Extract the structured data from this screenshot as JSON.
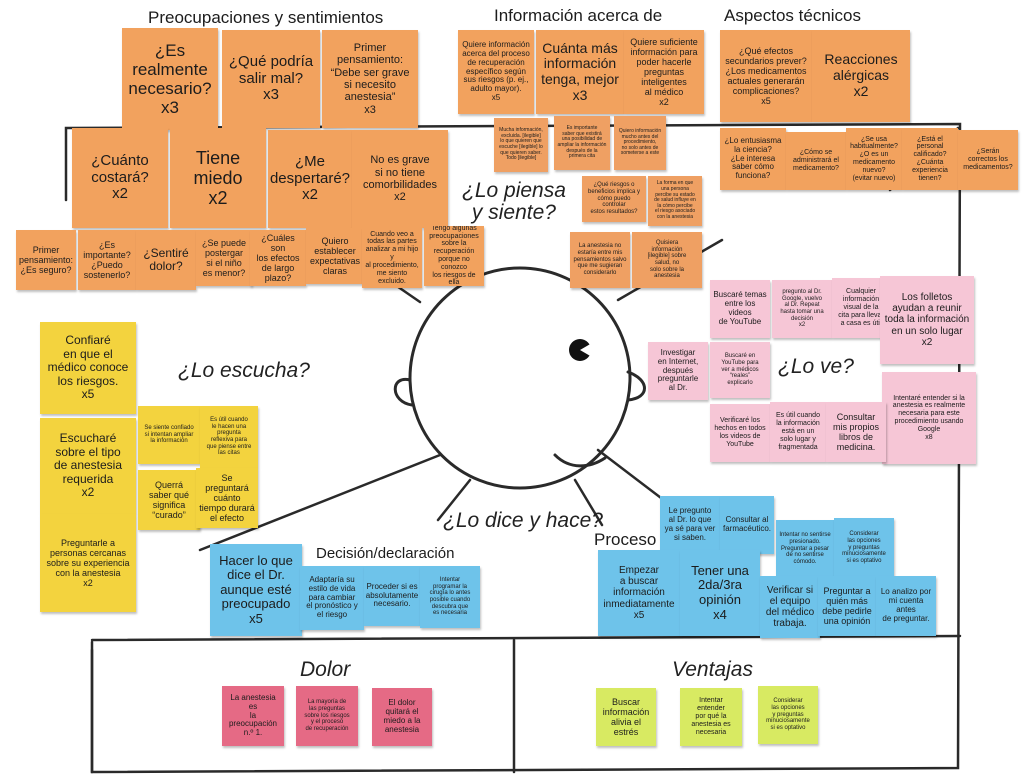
{
  "headers": {
    "worries": "Preocupaciones y sentimientos",
    "info": "Información acerca de",
    "technical": "Aspectos técnicos"
  },
  "quadrants": {
    "thinks": "¿Lo piensa\ny siente?",
    "hears": "¿Lo escucha?",
    "sees": "¿Lo ve?",
    "says": "¿Lo dice y hace?"
  },
  "sections": {
    "decision": "Decisión/declaración",
    "process": "Proceso",
    "pain": "Dolor",
    "gains": "Ventajas"
  },
  "notes": {
    "worries": [
      "¿Es\nrealmente\nnecesario?\nx3",
      "¿Qué podría\nsalir mal?\nx3",
      "Primer\npensamiento:\n“Debe ser grave\nsi necesito\nanestesia”\nx3",
      "¿Cuánto\ncostará?\nx2",
      "Tiene\nmiedo\nx2",
      "¿Me\ndespertaré?\nx2",
      "No es grave\nsi no tiene\ncomorbilidades\nx2",
      "Primer\npensamiento:\n¿Es seguro?",
      "¿Es\nimportante?\n¿Puedo\nsostenerlo?",
      "¿Sentiré\ndolor?",
      "¿Se puede\npostergar\nsi el niño\nes menor?",
      "¿Cuáles son\nlos efectos\nde largo\nplazo?",
      "Quiero\nestablecer\nexpectativas\nclaras",
      "Cuando veo a\ntodas las partes\nanalizar a mi hijo y\nal procedimiento,\nme siento excluido.",
      "Tengo algunas\npreocupaciones\nsobre la\nrecuperación\nporque no conozco\nlos riesgos de ella"
    ],
    "info": [
      "Quiere información\nacerca del proceso\nde recuperación\nespecífico según\nsus riesgos (p. ej.,\nadulto mayor).\nx5",
      "Cuánta más\ninformación\ntenga, mejor\nx3",
      "Quiere suficiente\ninformación para\npoder hacerle\npreguntas\ninteligentes\nal médico\nx2",
      "Mucha información,\nexcluida. [ilegible]\nlo que quieren que\nescuche [ilegible] lo\nque quieren saber.\nTodo [ilegible]",
      "Es importante\nsaber que existirá\nuna posibilidad de\nampliar la información\ndespués de la\nprimera cita",
      "Quiero información\nmucho antes del\nprocedimiento,\nno solo antes de\nsometerse a este",
      "¿Qué riesgos o\nbeneficios implica y\ncómo puedo controlar\nestos resultados?",
      "La forma en que\nuna persona\npercibe su estado\nde salud influye en\nla cómo percibe\nel riesgo asociado\ncon la anestesia",
      "La anestesia no\nestaría entre mis\npensamientos salvo\nque me sugieran\nconsiderarlo",
      "Quisiera\ninformación\n[ilegible] sobre\nsalud, no\nsolo sobre la\nanestesia"
    ],
    "technical": [
      "¿Qué efectos\nsecundarios prever?\n¿Los medicamentos\nactuales generarán\ncomplicaciones?\nx5",
      "Reacciones\nalérgicas\nx2",
      "¿Lo entusiasma\nla ciencia?\n¿Le interesa\nsaber cómo\nfunciona?",
      "¿Cómo se\nadministrará el\nmedicamento?",
      "¿Se usa\nhabitualmente?\n¿O es un\nmedicamento\nnuevo?\n(evitar nuevo)",
      "¿Está el\npersonal\ncalificado?\n¿Cuánta\nexperiencia\ntienen?",
      "¿Serán\ncorrectos los\nmedicamentos?"
    ],
    "hears": [
      "Confiaré\nen que el\nmédico conoce\nlos riesgos.\nx5",
      "Escucharé\nsobre el tipo\nde anestesia\nrequerida\nx2",
      "Preguntarle a\npersonas cercanas\nsobre su experiencia\ncon la anestesia\nx2",
      "Se siente confiado\nsi intentan ampliar\nla información",
      "Es útil cuando\nle hacen una\npregunta\nreflexiva para\nque piense entre\nlas citas",
      "Querrá\nsaber qué\nsignifica\n“curado”",
      "Se preguntará\ncuánto\ntiempo durará\nel efecto"
    ],
    "sees": [
      "Investigar\nen Internet,\ndespués\npreguntarle\nal Dr.",
      "Buscaré temas\nentre los videos\nde YouTube",
      "pregunto al Dr.\nGoogle, vuelvo\nal Dr. Repeat\nhasta tomar una\ndecisión\nx2",
      "Cualquier\ninformación\nvisual de la\ncita para llevar\na casa es útil",
      "Los folletos\nayudan a reunir\ntoda la información\nen un solo lugar\nx2",
      "Buscaré en\nYouTube para\nver a médicos\n“reales”\nexplicarlo",
      "Intentaré entender si la\nanestesia es realmente\nnecesaria para este\nprocedimiento usando\nGoogle\nx8",
      "Verificaré los\nhechos en todos\nlos videos de\nYouTube",
      "Es útil cuando\nla información\nestá en un\nsolo lugar y\nfragmentada",
      "Consultar\nmis propios\nlibros de\nmedicina."
    ],
    "decision": [
      "Hacer lo que\ndice el Dr.\naunque esté\npreocupado\nx5",
      "Adaptaría su\nestilo de vida\npara cambiar\nel pronóstico y\nel riesgo",
      "Proceder si es\nabsolutamente\nnecesario.",
      "Intentar\nprogramar la\ncirugía lo antes\nposible cuando\ndescubra que\nes necesaria"
    ],
    "process": [
      "Le pregunto\nal Dr. lo que\nya sé para ver\nsi saben.",
      "Consultar al\nfarmacéutico.",
      "Intentar no sentirse\npresionado.\nPreguntar a pesar\nde no sentirse\ncómodo.",
      "Considerar\nlas opciones\ny preguntas\nminuciosamente\nsi es optativo",
      "Empezar\na buscar\ninformación\ninmediatamente\nx5",
      "Tener una\n2da/3ra\nopinión\nx4",
      "Verificar si\nel equipo\ndel médico\ntrabaja.",
      "Preguntar a\nquién más\ndebe pedirle\nuna opinión",
      "Lo analizo por\nmi cuenta antes\nde preguntar."
    ],
    "pain": [
      "La anestesia es\nla preocupación\nn.º 1.",
      "La mayoría de\nlas preguntas\nsobre los riesgos\ny el proceso\nde recuperación",
      "El dolor\nquitará el\nmiedo a la\nanestesia"
    ],
    "gains": [
      "Buscar\ninformación\nalivia el\nestrés",
      "Intentar\nentender\npor qué la\nanestesia es\nnecesaria",
      "Considerar\nlas opciones\ny preguntas\nminuciosamente\nsi es optativo"
    ]
  },
  "colors": {
    "orange": "#f2a25e",
    "yellow": "#f3d33e",
    "pink": "#f6c6d6",
    "blue": "#6ec3ea",
    "red": "#e56a85",
    "green": "#d8ea62"
  }
}
